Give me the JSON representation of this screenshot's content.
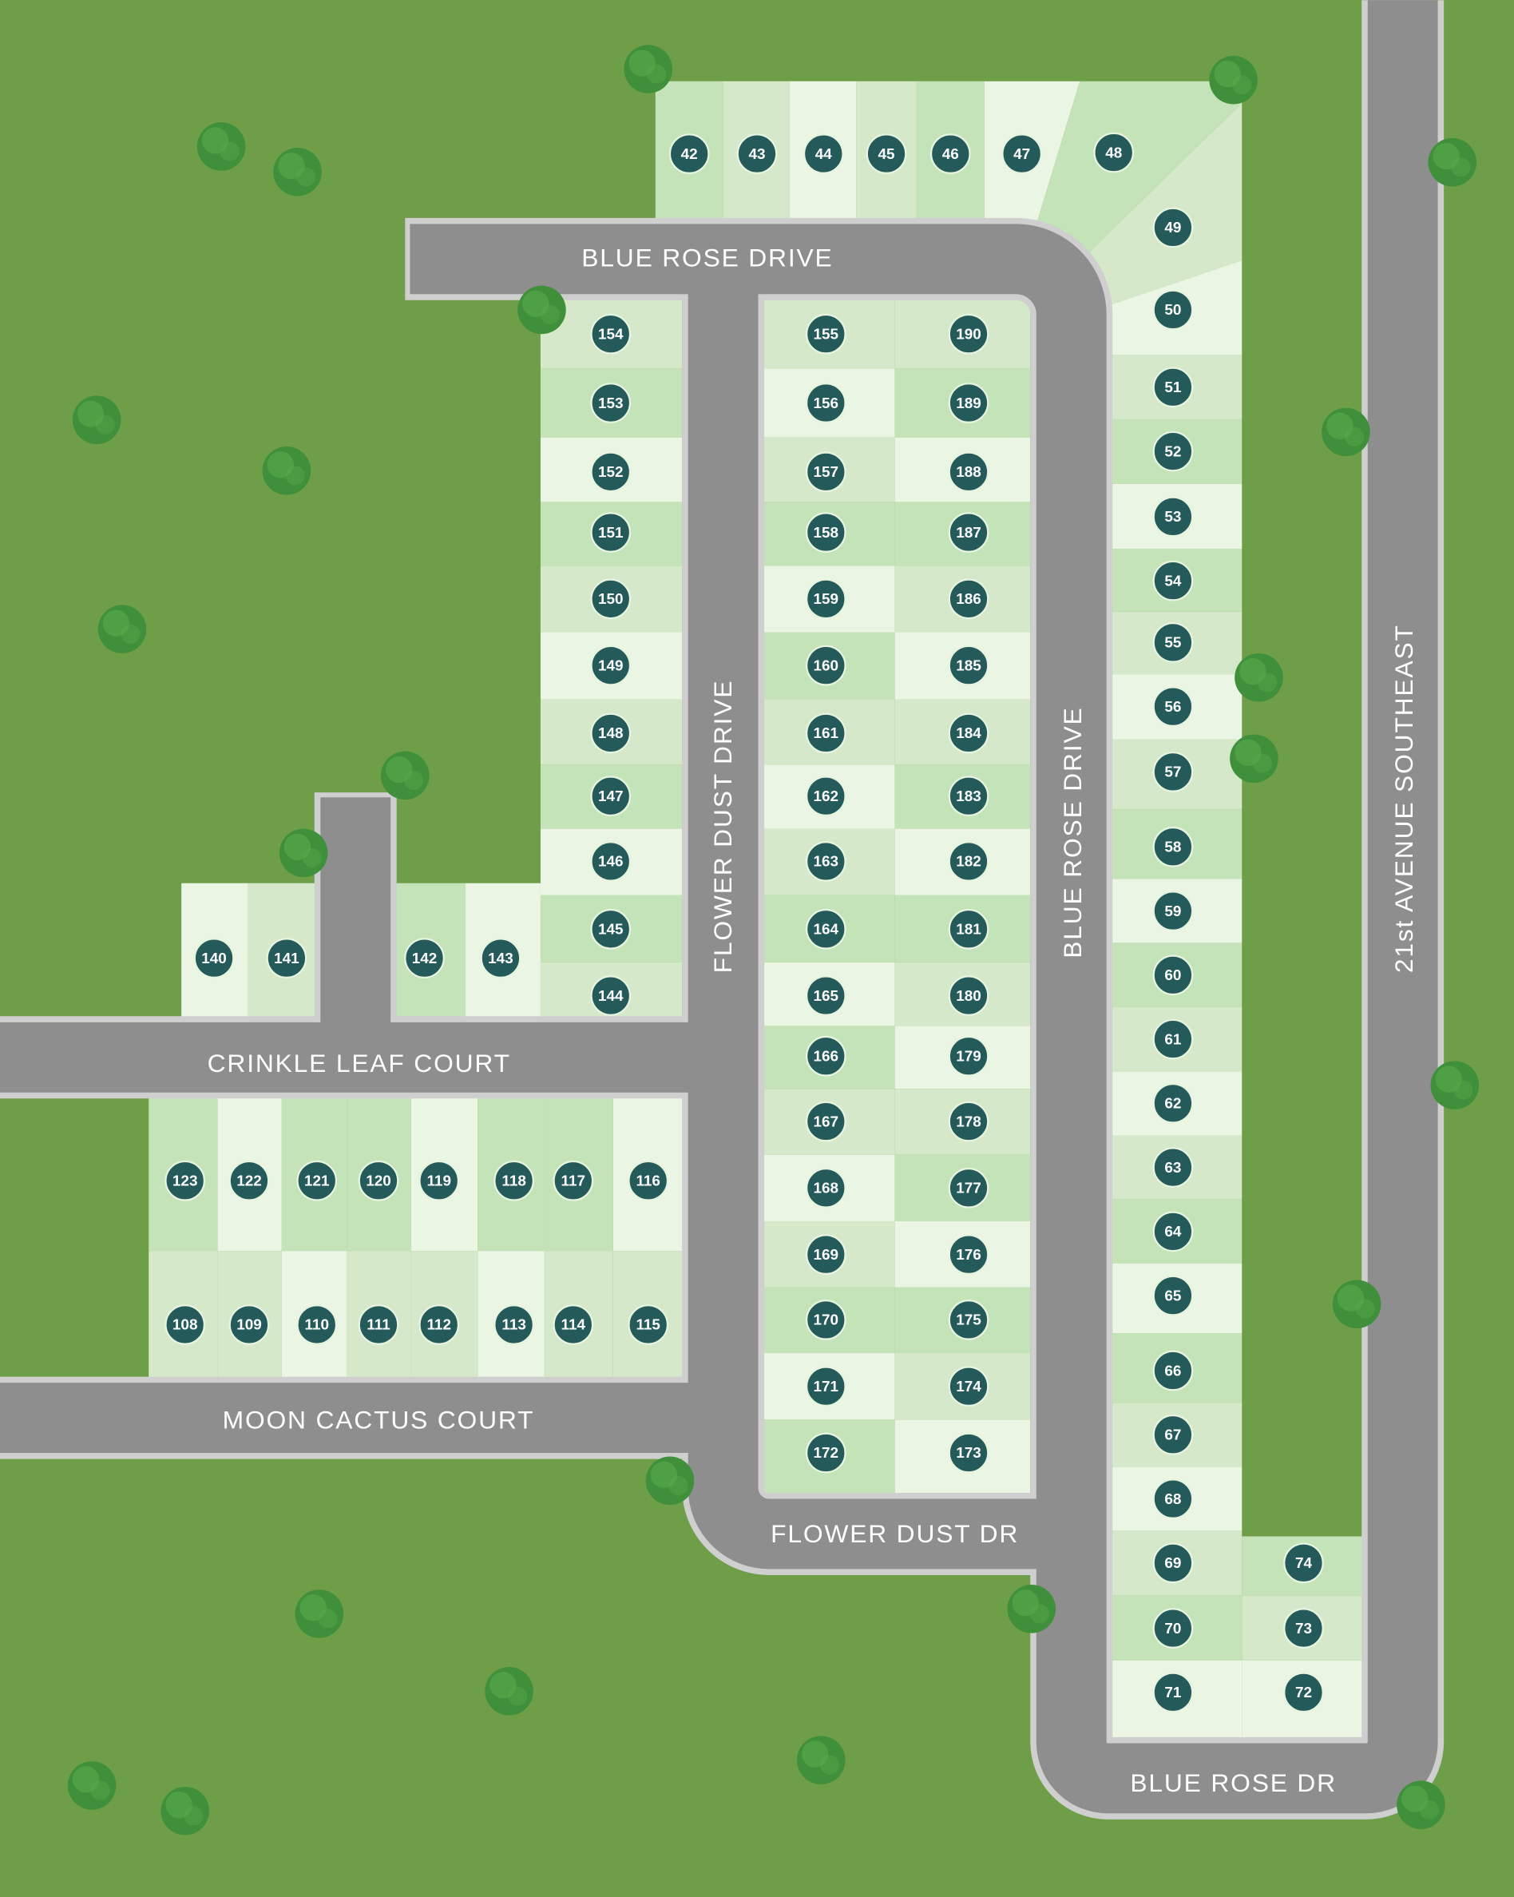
{
  "title": "Subdivision Lot Map",
  "colors": {
    "grass": "#6f9e48",
    "road": "#8e8e8e",
    "curb": "#cfcfcf",
    "lot_shades": [
      "#c5e3b8",
      "#d5e9ca",
      "#eaf5e3"
    ],
    "marker": "#245a5a",
    "marker_ring": "#e7f4df",
    "tree": "#3f8f3b",
    "tree_light": "#5aab4c",
    "label": "#ffffff"
  },
  "streets": {
    "blue_rose_drive_top": "BLUE ROSE DRIVE",
    "blue_rose_drive_vertical": "BLUE ROSE DRIVE",
    "blue_rose_dr_bottom": "BLUE ROSE DR",
    "flower_dust_drive": "FLOWER DUST DRIVE",
    "flower_dust_dr": "FLOWER DUST DR",
    "crinkle_leaf_court": "CRINKLE LEAF COURT",
    "moon_cactus_court": "MOON CACTUS COURT",
    "avenue_21st_southeast": "21st AVENUE SOUTHEAST"
  },
  "lots": {
    "top_row": [
      "42",
      "43",
      "44",
      "45",
      "46",
      "47"
    ],
    "corner": [
      "48",
      "49",
      "50"
    ],
    "east_column": [
      "51",
      "52",
      "53",
      "54",
      "55",
      "56",
      "57",
      "58",
      "59",
      "60",
      "61",
      "62",
      "63",
      "64",
      "65",
      "66",
      "67",
      "68",
      "69",
      "70",
      "71"
    ],
    "east_annex": [
      "74",
      "73",
      "72"
    ],
    "center_west": [
      "155",
      "156",
      "157",
      "158",
      "159",
      "160",
      "161",
      "162",
      "163",
      "164",
      "165",
      "166",
      "167",
      "168",
      "169",
      "170",
      "171",
      "172"
    ],
    "center_east": [
      "190",
      "189",
      "188",
      "187",
      "186",
      "185",
      "184",
      "183",
      "182",
      "181",
      "180",
      "179",
      "178",
      "177",
      "176",
      "175",
      "174",
      "173"
    ],
    "west_column": [
      "154",
      "153",
      "152",
      "151",
      "150",
      "149",
      "148",
      "147",
      "146",
      "145",
      "144"
    ],
    "cul_de_sac": [
      "140",
      "141",
      "142",
      "143"
    ],
    "crinkle_north": [
      "123",
      "122",
      "121",
      "120",
      "119",
      "118",
      "117",
      "116"
    ],
    "crinkle_south": [
      "108",
      "109",
      "110",
      "111",
      "112",
      "113",
      "114",
      "115"
    ]
  }
}
